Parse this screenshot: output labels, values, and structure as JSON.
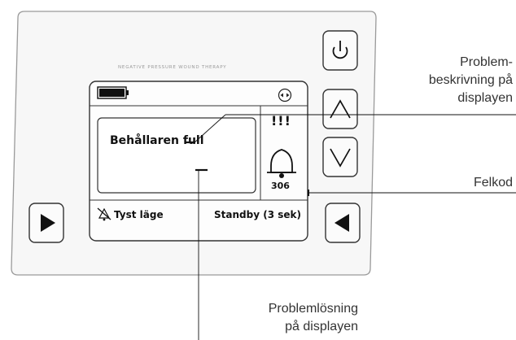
{
  "device": {
    "brand_text": "NEGATIVE PRESSURE WOUND THERAPY"
  },
  "display": {
    "message": "Behållaren full",
    "error_code": "306",
    "alert_marks": "!!!",
    "silent_label": "Tyst läge",
    "standby_label": "Standby (3 sek)",
    "battery_level": 1.0
  },
  "callouts": {
    "problem_description": "Problem-\nbeskrivning på\ndisplayen",
    "error_code": "Felkod",
    "problem_solution": "Problemlösning\npå displayen"
  },
  "colors": {
    "outline": "#333333",
    "device_face": "#f7f7f7"
  }
}
